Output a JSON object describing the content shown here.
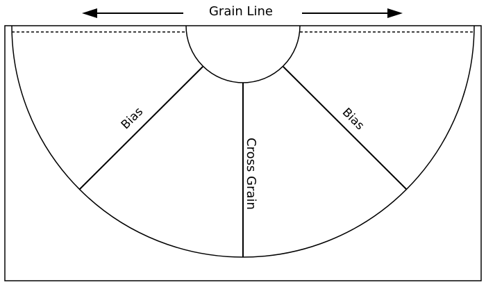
{
  "labels": {
    "grain_line": "Grain Line",
    "bias_left": "Bias",
    "cross_grain": "Cross Grain",
    "bias_right": "Bias"
  },
  "colors": {
    "stroke": "#000000",
    "background": "#ffffff"
  }
}
